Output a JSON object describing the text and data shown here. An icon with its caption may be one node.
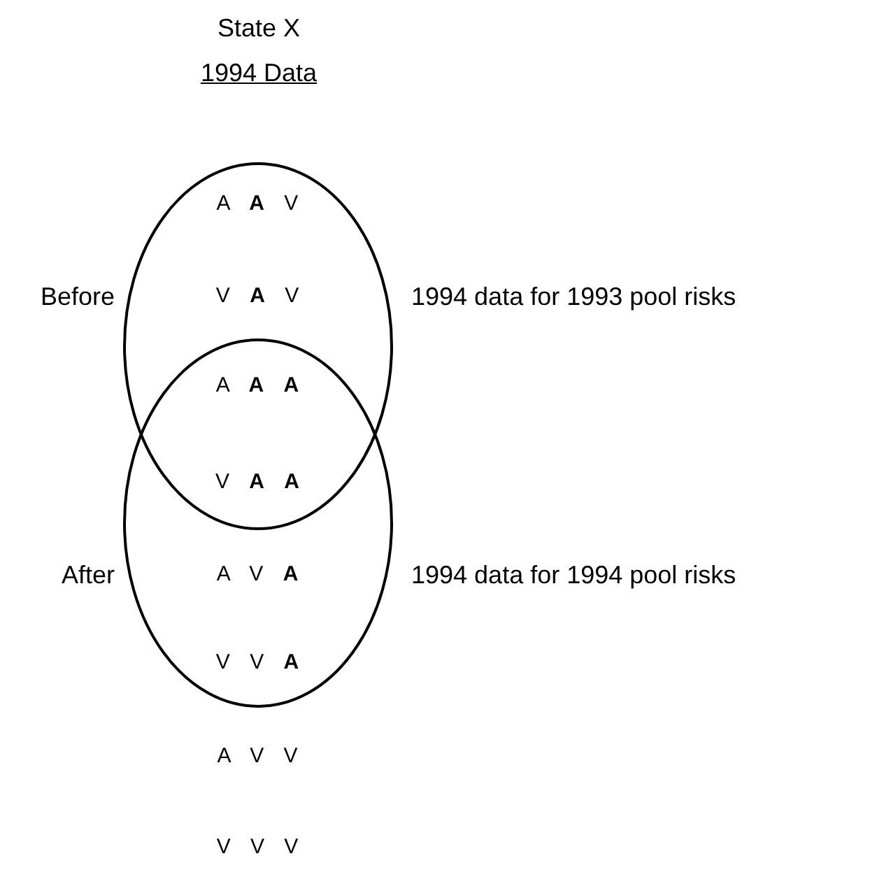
{
  "diagram": {
    "title": "State X",
    "nodes": [
      {
        "text": [
          "Before"
        ],
        "beside": [
          "1994 data for 1993 pool risks"
        ]
      },
      {
        "text": [
          "After"
        ],
        "beside": [
          "1994 data for 1994 pool risks"
        ]
      }
    ],
    "labels": [
      "1994 Data",
      "A **A** V",
      "V **A** V",
      "A **A** **A**",
      "V **A** **A**",
      "A V **A**",
      "V V **A**",
      "A V V",
      "V V V"
    ]
  }
}
